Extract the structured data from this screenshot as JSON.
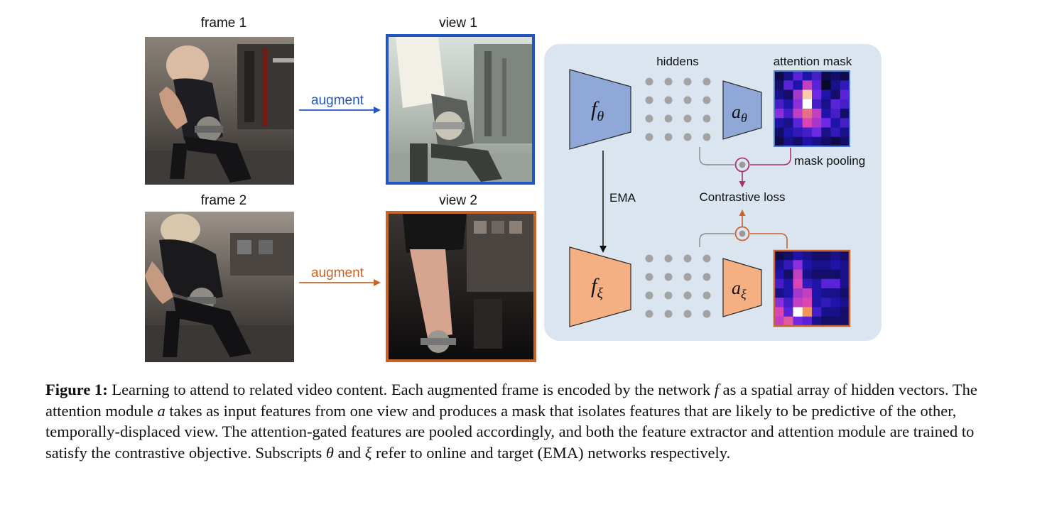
{
  "figure": {
    "labels": {
      "frame1": "frame 1",
      "frame2": "frame 2",
      "view1": "view 1",
      "view2": "view 2",
      "augment_top": "augment",
      "augment_bottom": "augment",
      "hiddens": "hiddens",
      "attention_mask": "attention mask",
      "mask_pooling": "mask pooling",
      "contrastive_loss": "Contrastive loss",
      "ema": "EMA"
    },
    "symbols": {
      "f_online_base": "f",
      "f_online_sub": "θ",
      "f_target_base": "f",
      "f_target_sub": "ξ",
      "a_online_base": "a",
      "a_online_sub": "θ",
      "a_target_base": "a",
      "a_target_sub": "ξ"
    },
    "colors": {
      "online_blue": "#2255c4",
      "target_orange": "#c8642a",
      "online_trap": "#8fa8d8",
      "target_trap": "#f4b083",
      "panel_bg": "#dbe5f0",
      "mask_pooling_line": "#a8346e"
    },
    "attention_mask_online": [
      [
        0.05,
        0.15,
        0.35,
        0.2,
        0.3,
        0.05,
        0.1,
        0.05
      ],
      [
        0.1,
        0.35,
        0.2,
        0.55,
        0.35,
        0.0,
        0.15,
        0.25
      ],
      [
        0.15,
        0.1,
        0.5,
        0.9,
        0.4,
        0.2,
        0.1,
        0.35
      ],
      [
        0.3,
        0.2,
        0.45,
        1.0,
        0.3,
        0.15,
        0.35,
        0.3
      ],
      [
        0.45,
        0.3,
        0.55,
        0.7,
        0.55,
        0.2,
        0.3,
        0.1
      ],
      [
        0.2,
        0.15,
        0.35,
        0.6,
        0.5,
        0.4,
        0.2,
        0.3
      ],
      [
        0.1,
        0.2,
        0.25,
        0.3,
        0.4,
        0.15,
        0.25,
        0.15
      ],
      [
        0.05,
        0.15,
        0.1,
        0.2,
        0.15,
        0.1,
        0.05,
        0.1
      ]
    ],
    "attention_mask_target": [
      [
        0.05,
        0.1,
        0.2,
        0.15,
        0.1,
        0.1,
        0.15,
        0.1
      ],
      [
        0.15,
        0.25,
        0.45,
        0.2,
        0.15,
        0.15,
        0.2,
        0.15
      ],
      [
        0.2,
        0.1,
        0.55,
        0.15,
        0.1,
        0.1,
        0.1,
        0.15
      ],
      [
        0.3,
        0.2,
        0.6,
        0.25,
        0.2,
        0.35,
        0.35,
        0.15
      ],
      [
        0.15,
        0.2,
        0.5,
        0.55,
        0.2,
        0.15,
        0.15,
        0.1
      ],
      [
        0.45,
        0.3,
        0.55,
        0.6,
        0.2,
        0.25,
        0.2,
        0.15
      ],
      [
        0.6,
        0.35,
        1.0,
        0.8,
        0.3,
        0.15,
        0.15,
        0.1
      ],
      [
        0.55,
        0.65,
        0.4,
        0.35,
        0.15,
        0.1,
        0.1,
        0.1
      ]
    ]
  },
  "caption": {
    "label": "Figure 1:",
    "seg1": " Learning to attend to related video content. Each augmented frame is encoded by the network ",
    "sym_f": "f",
    "seg2": " as a spatial array of hidden vectors. The attention module ",
    "sym_a": "a",
    "seg3": " takes as input features from one view and produces a mask that isolates features that are likely to be predictive of the other, temporally-displaced view. The attention-gated features are pooled accordingly, and both the feature extractor and attention module are trained to satisfy the contrastive objective. Subscripts ",
    "sym_theta": "θ",
    "seg4": " and ",
    "sym_xi": "ξ",
    "seg5": " refer to online and target (EMA) networks respectively."
  }
}
